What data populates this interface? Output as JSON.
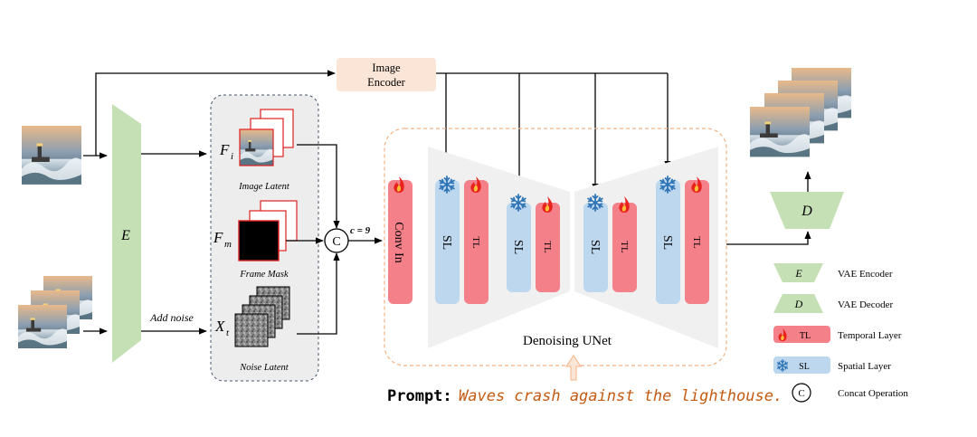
{
  "image_encoder": {
    "line1": "Image",
    "line2": "Encoder"
  },
  "encoder": {
    "label": "E"
  },
  "decoder": {
    "label": "D"
  },
  "latents": {
    "image": {
      "symbol": "F",
      "sub": "i",
      "caption": "Image Latent"
    },
    "mask": {
      "symbol": "F",
      "sub": "m",
      "caption": "Frame Mask"
    },
    "noise": {
      "symbol": "X",
      "sub": "t",
      "caption": "Noise Latent"
    }
  },
  "add_noise": "Add noise",
  "concat": {
    "symbol": "C",
    "note": "c = 9"
  },
  "unet": {
    "title": "Denoising UNet",
    "conv_in": "Conv In",
    "blocks": [
      {
        "sl": "SL",
        "tl": "TL"
      },
      {
        "sl": "SL",
        "tl": "TL"
      },
      {
        "sl": "SL",
        "tl": "TL"
      },
      {
        "sl": "SL",
        "tl": "TL"
      }
    ]
  },
  "prompt": {
    "label": "Prompt:",
    "text": "Waves crash against the lighthouse."
  },
  "legend": [
    {
      "key": "encoder",
      "glyph": "E",
      "text": "VAE Encoder"
    },
    {
      "key": "decoder",
      "glyph": "D",
      "text": "VAE Decoder"
    },
    {
      "key": "temporal",
      "glyph": "TL",
      "text": "Temporal Layer"
    },
    {
      "key": "spatial",
      "glyph": "SL",
      "text": "Spatial Layer"
    },
    {
      "key": "concat",
      "glyph": "C",
      "text": "Concat Operation"
    }
  ],
  "colors": {
    "green": "#c5e0b4",
    "blue": "#bdd7ee",
    "red": "#f4808a",
    "encoder_box": "#fbe5d6",
    "latent_panel": "#ededed",
    "unet_shape": "#f0f0f0",
    "dashed_orange": "#f4b183",
    "dashed_navy": "#44546a",
    "prompt_orange": "#c55a11",
    "snow": "#2e75b6",
    "flame": "#e8231e"
  },
  "icons": {
    "trainable": "flame-icon",
    "frozen": "snowflake-icon"
  }
}
